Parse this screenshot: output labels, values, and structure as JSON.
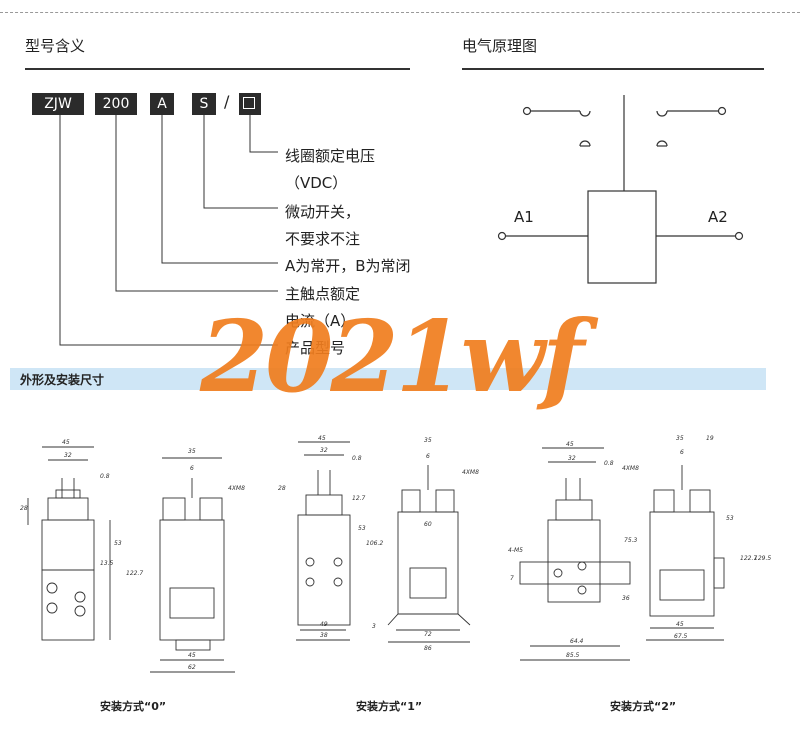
{
  "sections": {
    "model_meaning": "型号含义",
    "schematic": "电气原理图",
    "dimensions": "外形及安装尺寸"
  },
  "model_code": {
    "parts": [
      "ZJW",
      "200",
      "A",
      "S"
    ],
    "separator": "/",
    "placeholder": "□"
  },
  "descriptions": {
    "coil": [
      "线圈额定电压",
      "（VDC）"
    ],
    "micro_switch": [
      "微动开关，",
      "不要求不注"
    ],
    "contact_type": "A为常开，B为常闭",
    "current": [
      "主触点额定",
      "电流（A）"
    ],
    "model": "产品型号"
  },
  "terminals": {
    "a1": "A1",
    "a2": "A2"
  },
  "captions": [
    "安装方式“0”",
    "安装方式“1”",
    "安装方式“2”"
  ],
  "dims": {
    "d45": "45",
    "d32": "32",
    "d35": "35",
    "d6": "6",
    "d08": "0.8",
    "d127": "12.7",
    "d28": "28",
    "d53": "53",
    "d135": "13.5",
    "d1227": "122.7",
    "d62": "62",
    "d4xm8": "4XM8",
    "d60": "60",
    "d72": "72",
    "d86": "86",
    "d38": "38",
    "d1062": "106.2",
    "d3": "3",
    "d19": "19",
    "d4m5": "4-M5",
    "d753": "75.3",
    "d1295": "129.5",
    "d644": "64.4",
    "d855": "85.5",
    "d675": "67.5",
    "d36": "36",
    "d7": "7",
    "d49": "49"
  },
  "watermark": "2021wf"
}
